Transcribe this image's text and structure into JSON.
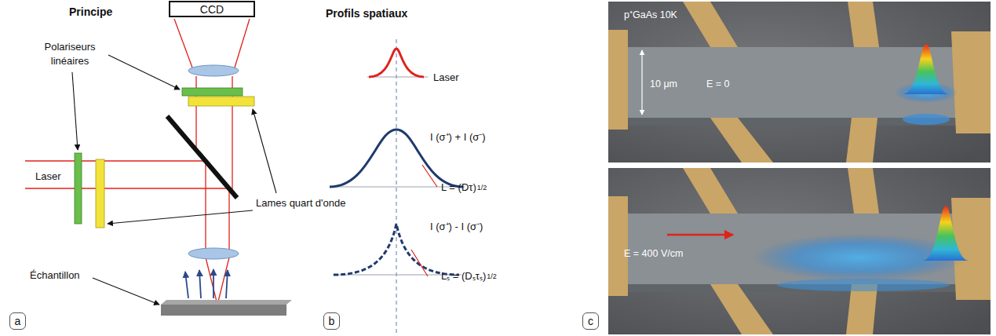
{
  "diagram": {
    "nodes": [
      {
        "text": [
          "CCD"
        ]
      },
      {
        "text": [
          "a"
        ]
      },
      {
        "text": [
          "b"
        ]
      },
      {
        "text": [
          "c"
        ]
      }
    ],
    "edges": [],
    "labels": [
      "Principe",
      "Polariseurs linéaires",
      "Laser",
      "Lames quart d'onde",
      "Échantillon",
      "Profils spatiaux",
      "Laser",
      "I (σ⁺) + I (σ⁻)",
      "L = (Dτ)",
      "1/2",
      "I (σ⁺) - I (σ⁻)",
      "Lₛ = (Dₛτₛ)",
      "1/2",
      "p⁺GaAs 10K",
      "10 μm",
      "E = 0",
      "E = 400 V/cm"
    ]
  }
}
